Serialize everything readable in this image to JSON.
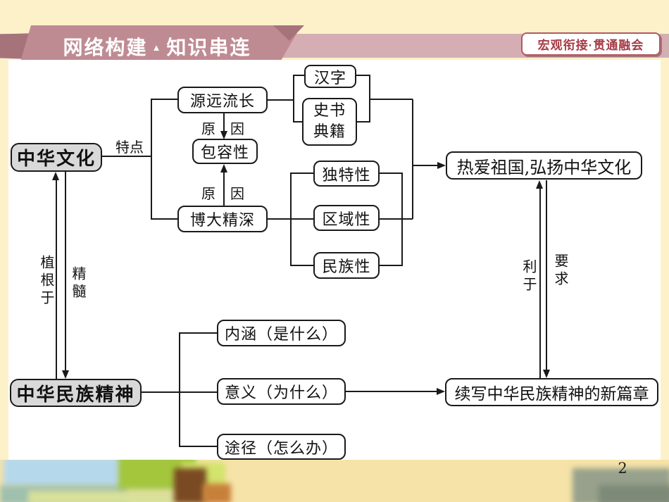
{
  "header": {
    "title_left": "网络构建",
    "title_sep": "▲",
    "title_right": "知识串连",
    "badge": "宏观衔接·贯通融会"
  },
  "footer": {
    "page_number": "2"
  },
  "diagram": {
    "zhonghua_wenhua": "中华文化",
    "tedian_label": "特点",
    "yuanyuan_liuchang": "源远流长",
    "hanzi": "汉字",
    "shishu": "史书",
    "dianji": "典籍",
    "yuan": "原",
    "yin": "因",
    "baorongxing": "包容性",
    "boda_jingshen": "博大精深",
    "dutexing": "独特性",
    "quyuxing": "区域性",
    "minzuxing": "民族性",
    "reai_zuguo": "热爱祖国,弘扬中华文化",
    "zhigenyu": "植根于",
    "jingsui": "精髓",
    "liyu": "利于",
    "yaoqiu": "要求",
    "zhonghua_minzu_jingshen": "中华民族精神",
    "neihan": "内涵（是什么）",
    "yiyi": "意义（为什么）",
    "tujing": "途径（怎么办）",
    "xuxie": "续写中华民族精神的新篇章"
  },
  "colors": {
    "background_cream": "#fcf1c9",
    "ribbon_light": "#d5aeb4",
    "ribbon_dark": "#bf8b93",
    "ribbon_fold": "#a6737b",
    "badge_border": "#b05a63",
    "badge_text": "#a73b46",
    "node_gray": "#d9d9d9",
    "line_color": "#1a1a1a"
  }
}
